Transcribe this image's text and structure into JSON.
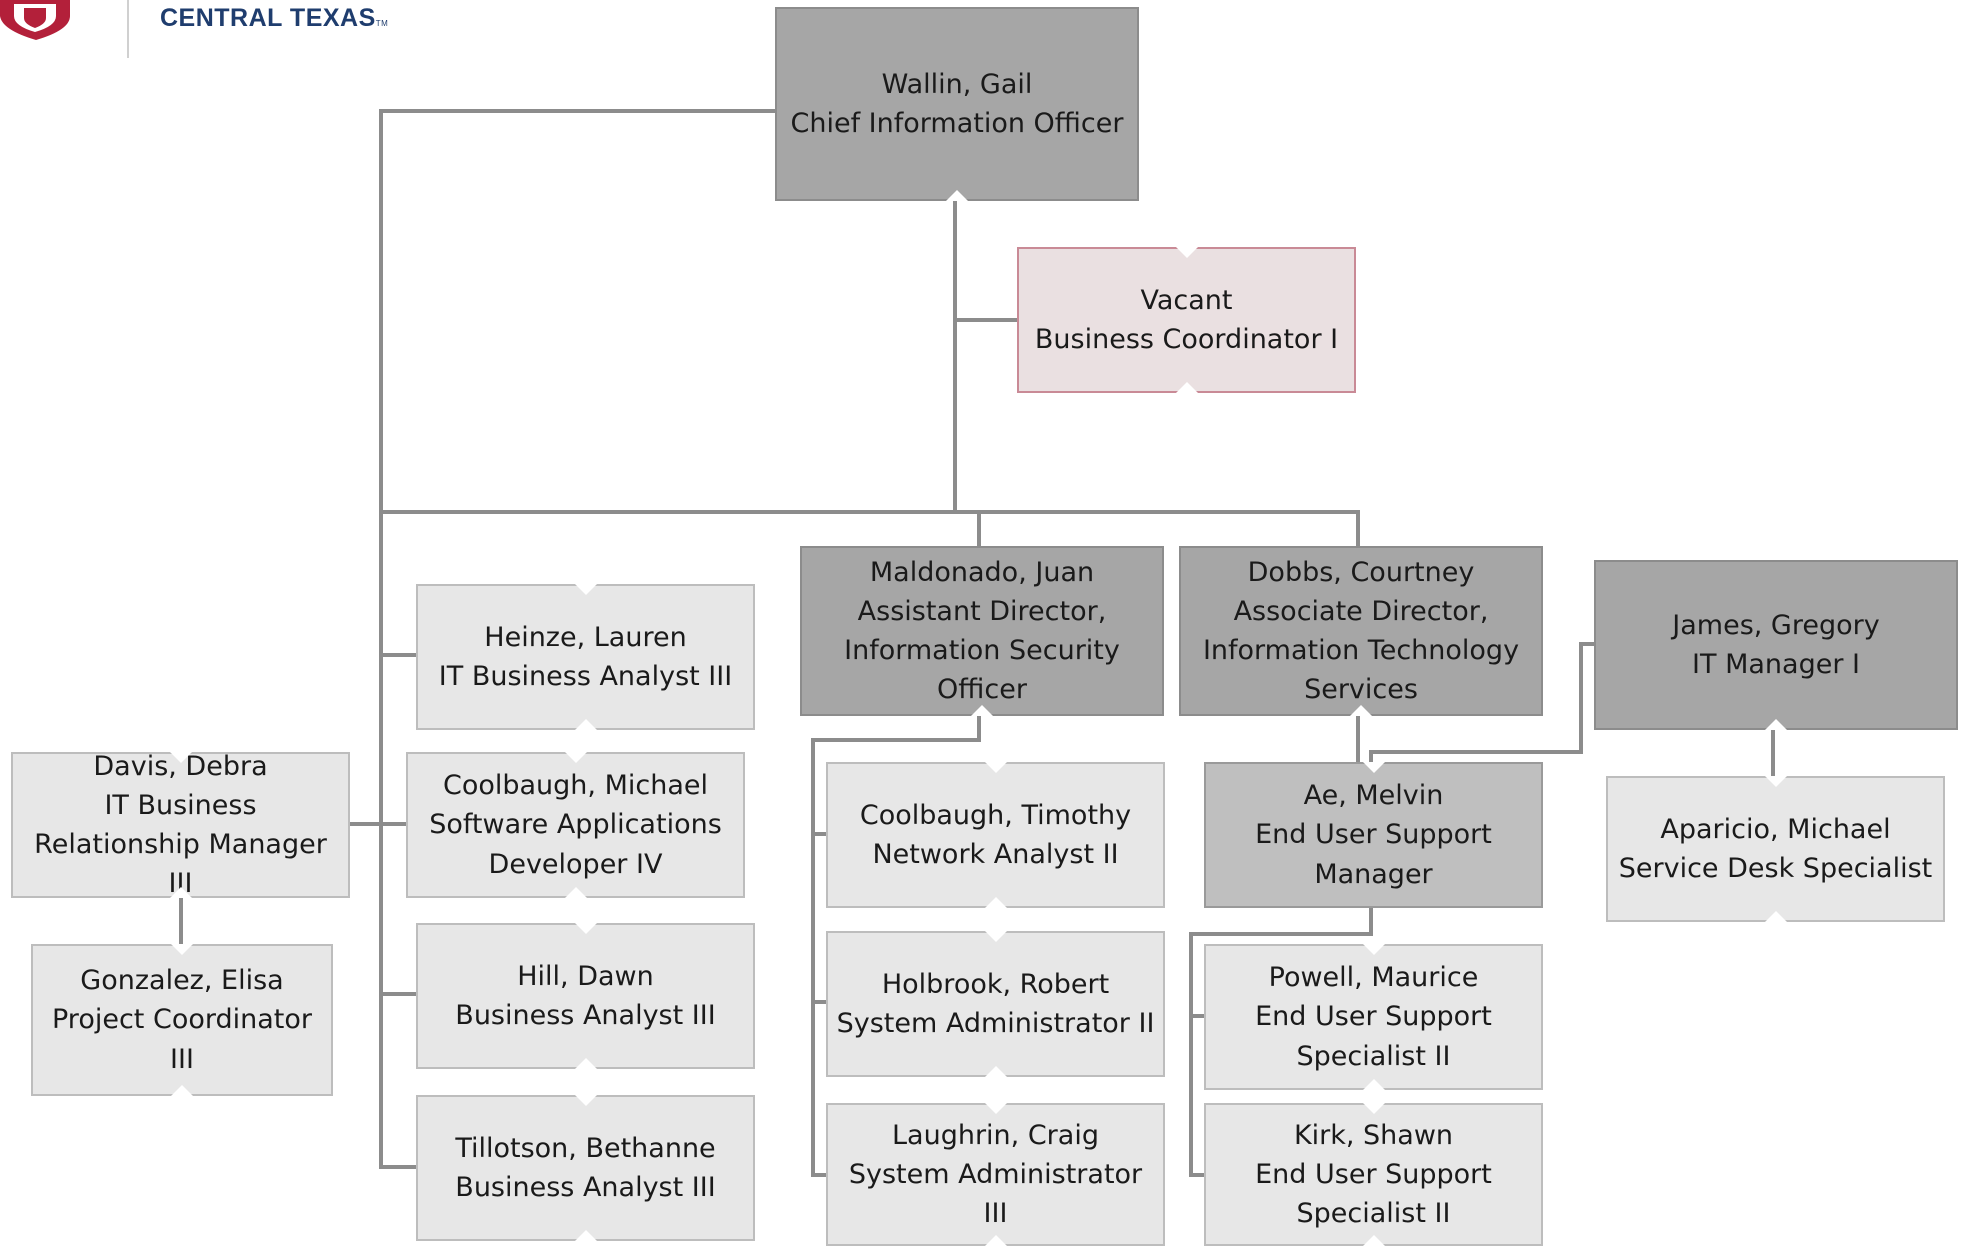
{
  "logo": {
    "text": "CENTRAL TEXAS",
    "tm": "TM",
    "shield_color": "#b3203a"
  },
  "colors": {
    "connector": "#8c8c8c",
    "dark_box": "#a6a6a6",
    "mid_box": "#bfbfbf",
    "light_box": "#e7e7e7",
    "vacant_box": "#eae0e1",
    "vacant_border": "#c98a96"
  },
  "org": {
    "cio": {
      "name": "Wallin, Gail",
      "title": "Chief Information Officer"
    },
    "vacant": {
      "name": "Vacant",
      "title": "Business Coordinator I"
    },
    "heinze": {
      "name": "Heinze, Lauren",
      "title": "IT Business Analyst III"
    },
    "davis": {
      "name": "Davis, Debra",
      "title": "IT Business Relationship Manager III"
    },
    "gonzalez": {
      "name": "Gonzalez, Elisa",
      "title": "Project Coordinator III"
    },
    "coolbaugh_m": {
      "name": "Coolbaugh, Michael",
      "title": "Software Applications Developer IV"
    },
    "hill": {
      "name": "Hill, Dawn",
      "title": "Business Analyst III"
    },
    "tillotson": {
      "name": "Tillotson, Bethanne",
      "title": "Business Analyst III"
    },
    "maldonado": {
      "name": "Maldonado, Juan",
      "title": "Assistant Director, Information Security Officer"
    },
    "coolbaugh_t": {
      "name": "Coolbaugh, Timothy",
      "title": "Network Analyst II"
    },
    "holbrook": {
      "name": "Holbrook, Robert",
      "title": "System Administrator II"
    },
    "laughrin": {
      "name": "Laughrin, Craig",
      "title": "System Administrator III"
    },
    "dobbs": {
      "name": "Dobbs, Courtney",
      "title": "Associate Director, Information Technology Services"
    },
    "ae": {
      "name": "Ae, Melvin",
      "title": "End User Support Manager"
    },
    "powell": {
      "name": "Powell, Maurice",
      "title": "End User Support Specialist II"
    },
    "kirk": {
      "name": "Kirk, Shawn",
      "title": "End User Support Specialist II"
    },
    "james": {
      "name": "James, Gregory",
      "title": "IT Manager I"
    },
    "aparicio": {
      "name": "Aparicio, Michael",
      "title": "Service Desk Specialist"
    }
  }
}
